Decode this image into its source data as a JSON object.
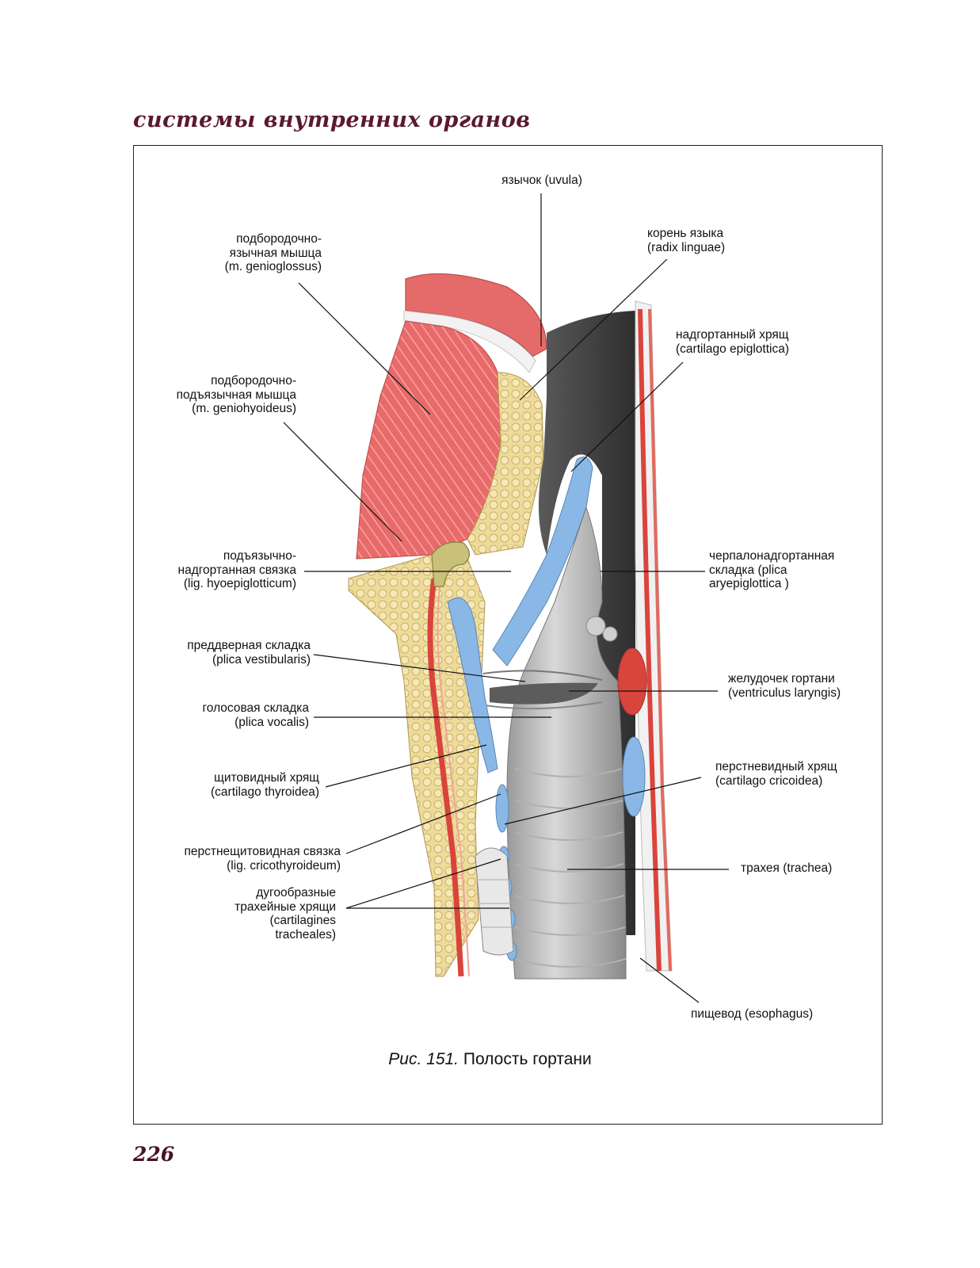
{
  "header": {
    "section_title": "системы внутренних органов"
  },
  "figure": {
    "caption_number": "Рис. 151.",
    "caption_title": "Полость гортани",
    "labels": {
      "uvula": "язычок (uvula)",
      "genioglossus": "подбородочно-\nязычная мышца\n(m. genioglossus)",
      "radix_linguae": "корень языка\n(radix linguae)",
      "epiglottica": "надгортанный хрящ\n(cartilago epiglottica)",
      "geniohyoideus": "подбородочно-\nподъязычная мышца\n(m. geniohyoideus)",
      "hyoepiglotticum": "подъязычно-\nнадгортанная связка\n(lig. hyoepiglotticum)",
      "aryepiglottica": "черпалонадгортанная\nскладка (plica\naryepiglottica )",
      "vestibularis": "преддверная складка\n(plica vestibularis)",
      "ventriculus": "желудочек гортани\n(ventriculus laryngis)",
      "vocalis": "голосовая складка\n(plica vocalis)",
      "thyroidea": "щитовидный хрящ\n(cartilago thyroidea)",
      "cricoidea": "перстневидный хрящ\n(cartilago cricoidea)",
      "cricothyroideum": "перстнещитовидная связка\n(lig. cricothyroideum)",
      "trachea": "трахея (trachea)",
      "tracheales": "дугообразные\nтрахейные хрящи\n(cartilagines\ntracheales)",
      "esophagus": "пищевод (esophagus)"
    }
  },
  "footer": {
    "page_number": "226"
  }
}
